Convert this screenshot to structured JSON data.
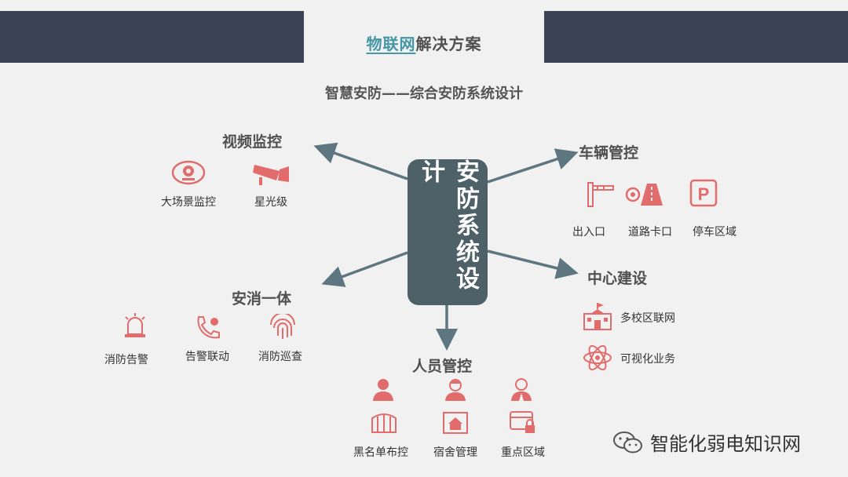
{
  "header": {
    "title_highlight": "物联网",
    "title_rest": "解决方案"
  },
  "subtitle": "智慧安防——综合安防系统设计",
  "center": "安防系统设计",
  "video": {
    "heading": "视频监控",
    "items": [
      "大场景监控",
      "星光级"
    ]
  },
  "fire": {
    "heading": "安消一体",
    "items": [
      "消防告警",
      "告警联动",
      "消防巡查"
    ]
  },
  "vehicle": {
    "heading": "车辆管控",
    "items": [
      "出入口",
      "道路卡口",
      "停车区域"
    ]
  },
  "hub": {
    "heading": "中心建设",
    "items": [
      "多校区联网",
      "可视化业务"
    ]
  },
  "people": {
    "heading": "人员管控",
    "items": [
      "黑名单布控",
      "宿舍管理",
      "重点区域"
    ]
  },
  "footer": {
    "brand": "智能化弱电知识网"
  },
  "colors": {
    "icon": "#e26c6c",
    "arrow": "#5d7680",
    "bar": "#3c4355",
    "highlight": "#4597a6"
  }
}
